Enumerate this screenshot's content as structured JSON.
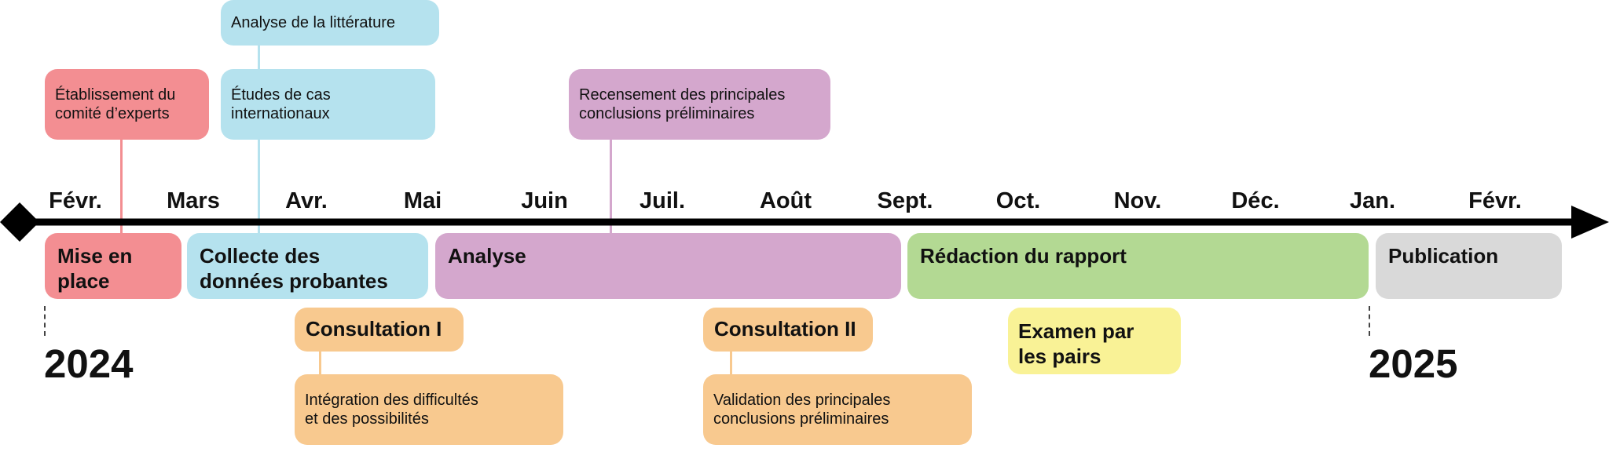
{
  "colors": {
    "setup": "#F38E92",
    "evidence": "#B5E2EE",
    "analysis": "#D4A7CD",
    "report": "#B3D993",
    "publication": "#D9D9D9",
    "consultation": "#F8C98F",
    "peer_review": "#F9F296",
    "axis": "#000000"
  },
  "months": [
    "Févr.",
    "Mars",
    "Avr.",
    "Mai",
    "Juin",
    "Juil.",
    "Août",
    "Sept.",
    "Oct.",
    "Nov.",
    "Déc.",
    "Jan.",
    "Févr."
  ],
  "years": {
    "start": "2024",
    "end": "2025"
  },
  "phases": {
    "setup": "Mise en\nplace",
    "evidence": "Collecte des\ndonnées probantes",
    "analysis": "Analyse",
    "report": "Rédaction du rapport",
    "publication": "Publication"
  },
  "milestones": {
    "literature": "Analyse de la littérature",
    "experts": "Établissement du\ncomité d’experts",
    "case_studies": "Études de cas\ninternationaux",
    "findings_inventory": "Recensement des principales\nconclusions préliminaires"
  },
  "activities": {
    "consultation_1": "Consultation I",
    "consultation_2": "Consultation II",
    "peer_review": "Examen par\nles pairs",
    "integration": "Intégration des difficultés\net des possibilités",
    "validation": "Validation des principales\nconclusions préliminaires"
  }
}
